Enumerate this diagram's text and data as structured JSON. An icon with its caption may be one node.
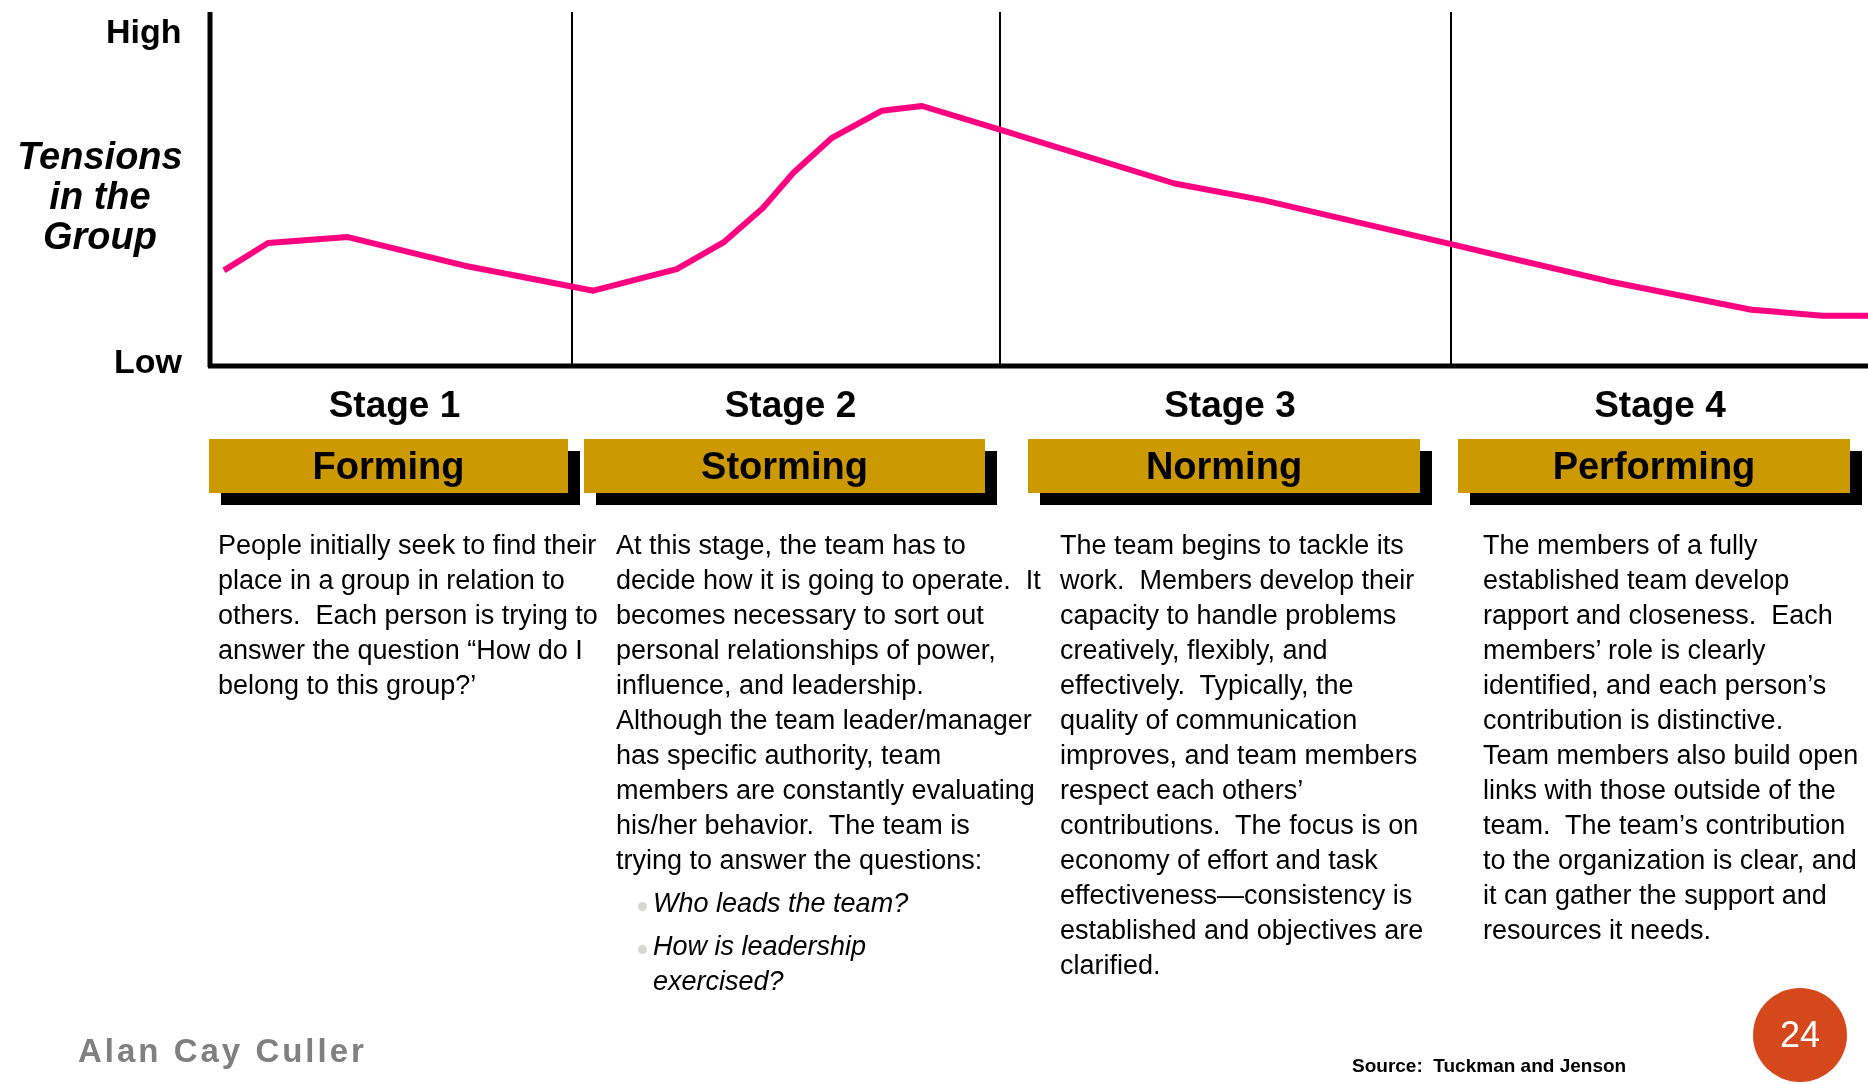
{
  "diagram": {
    "nodes": [
      {
        "text": [
          "Stage 1",
          "Forming"
        ],
        "beside": [
          "People initially seek to find their place in a group in relation to others.  Each person is trying to answer the question “How do I belong to this group?’"
        ]
      },
      {
        "text": [
          "Stage 2",
          "Storming"
        ],
        "beside": [
          "At this stage, the team has to decide how it is going to operate.  It becomes necessary to sort out personal relationships of power, influence, and leadership.  Although the team leader/manager has specific authority, team members are constantly evaluating his/her behavior.  The team is trying to answer the questions:",
          "Who leads the team?",
          "How is leadership exercised?"
        ]
      },
      {
        "text": [
          "Stage 3",
          "Norming"
        ],
        "beside": [
          "The team begins to tackle its work.  Members develop their capacity to handle problems creatively, flexibly, and effectively.  Typically, the quality of communication improves, and team members respect each others’ contributions.  The focus is on economy of effort and task effectiveness—consistency is established and objectives are clarified."
        ]
      },
      {
        "text": [
          "Stage 4",
          "Performing"
        ],
        "beside": [
          "The members of a fully established team develop rapport and closeness.  Each members’ role is clearly identified, and each person’s contribution is distinctive.  Team members also build open links with those outside of the team.  The team’s contribution to the organization is clear, and it can gather the support and resources it needs."
        ]
      },
      {
        "text": [
          "24"
        ]
      }
    ],
    "labels": [
      "High",
      "Tensions in the Group",
      "Low",
      "Alan Cay Culler",
      "Source:  Tuckman and Jenson"
    ]
  }
}
